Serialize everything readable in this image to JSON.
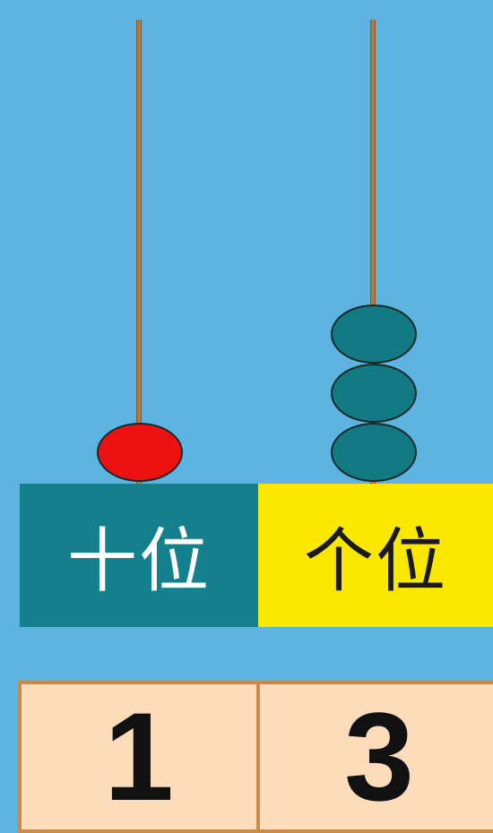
{
  "abacus": {
    "tens": {
      "label": "十位",
      "digit": "1",
      "beads": 1,
      "bead_color": "#ee1111"
    },
    "ones": {
      "label": "个位",
      "digit": "3",
      "beads": 3,
      "bead_color": "#127a82"
    }
  },
  "colors": {
    "background": "#5db4e0",
    "tens_header": "#13808c",
    "ones_header": "#fbe800",
    "digit_cell": "#fddcbc",
    "rod": "#b07a3a",
    "table_border": "#c98a4a"
  }
}
